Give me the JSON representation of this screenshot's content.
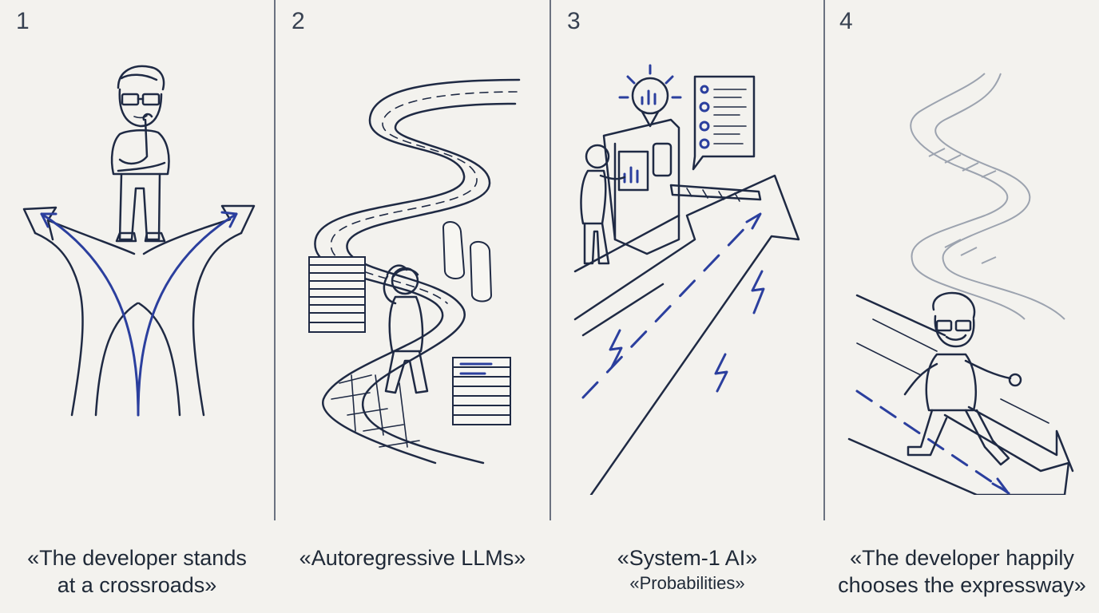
{
  "panels": [
    {
      "number": "1",
      "caption_lines": [
        "«The developer stands",
        "at a crossroads»"
      ]
    },
    {
      "number": "2",
      "caption_lines": [
        "«Autoregressive LLMs»"
      ]
    },
    {
      "number": "3",
      "caption_lines": [
        "«System-1 AI»"
      ],
      "subcaption": "«Probabilities»"
    },
    {
      "number": "4",
      "caption_lines": [
        "«The developer happily",
        "chooses the expressway»"
      ]
    }
  ],
  "colors": {
    "background": "#f3f2ee",
    "ink": "#1f2a44",
    "accent": "#2b3f9e",
    "divider": "#6b7280"
  },
  "icons": [
    "forking-road-arrows-icon",
    "thinking-developer-icon",
    "winding-paper-road-icon",
    "stressed-developer-icon",
    "ai-kiosk-icon",
    "lightbulb-chart-icon",
    "speech-bubble-report-icon",
    "toll-barrier-icon",
    "expressway-arrow-icon",
    "lightning-icon",
    "running-developer-icon",
    "faded-cobblestone-road-icon"
  ]
}
